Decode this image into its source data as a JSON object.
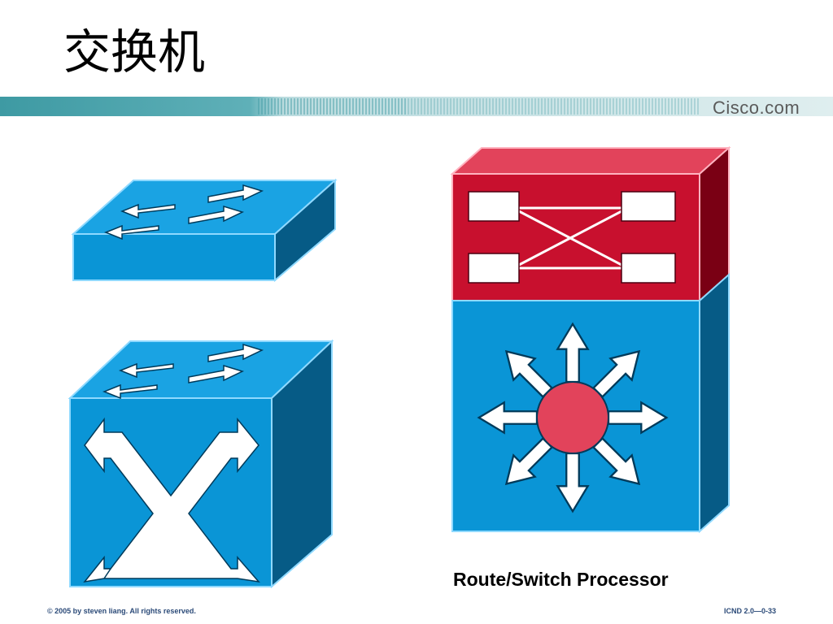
{
  "slide": {
    "title": "交换机",
    "brand": "Cisco.com",
    "caption": "Route/Switch Processor",
    "footer_left": "© 2005 by steven liang. All rights reserved.",
    "footer_right": "ICND 2.0—0-33"
  },
  "colors": {
    "switch_top": "#1aa3e3",
    "switch_front": "#0a95d6",
    "switch_side": "#065b86",
    "rsp_red_front": "#c8102e",
    "rsp_red_top": "#e2435b",
    "rsp_red_side": "#7a0014",
    "rsp_blue_front": "#0a95d6",
    "rsp_blue_side": "#065b86",
    "banner_teal": "#3e9aa3"
  },
  "icons": [
    "workgroup-switch-icon",
    "multilayer-switch-icon",
    "route-switch-processor-icon"
  ]
}
